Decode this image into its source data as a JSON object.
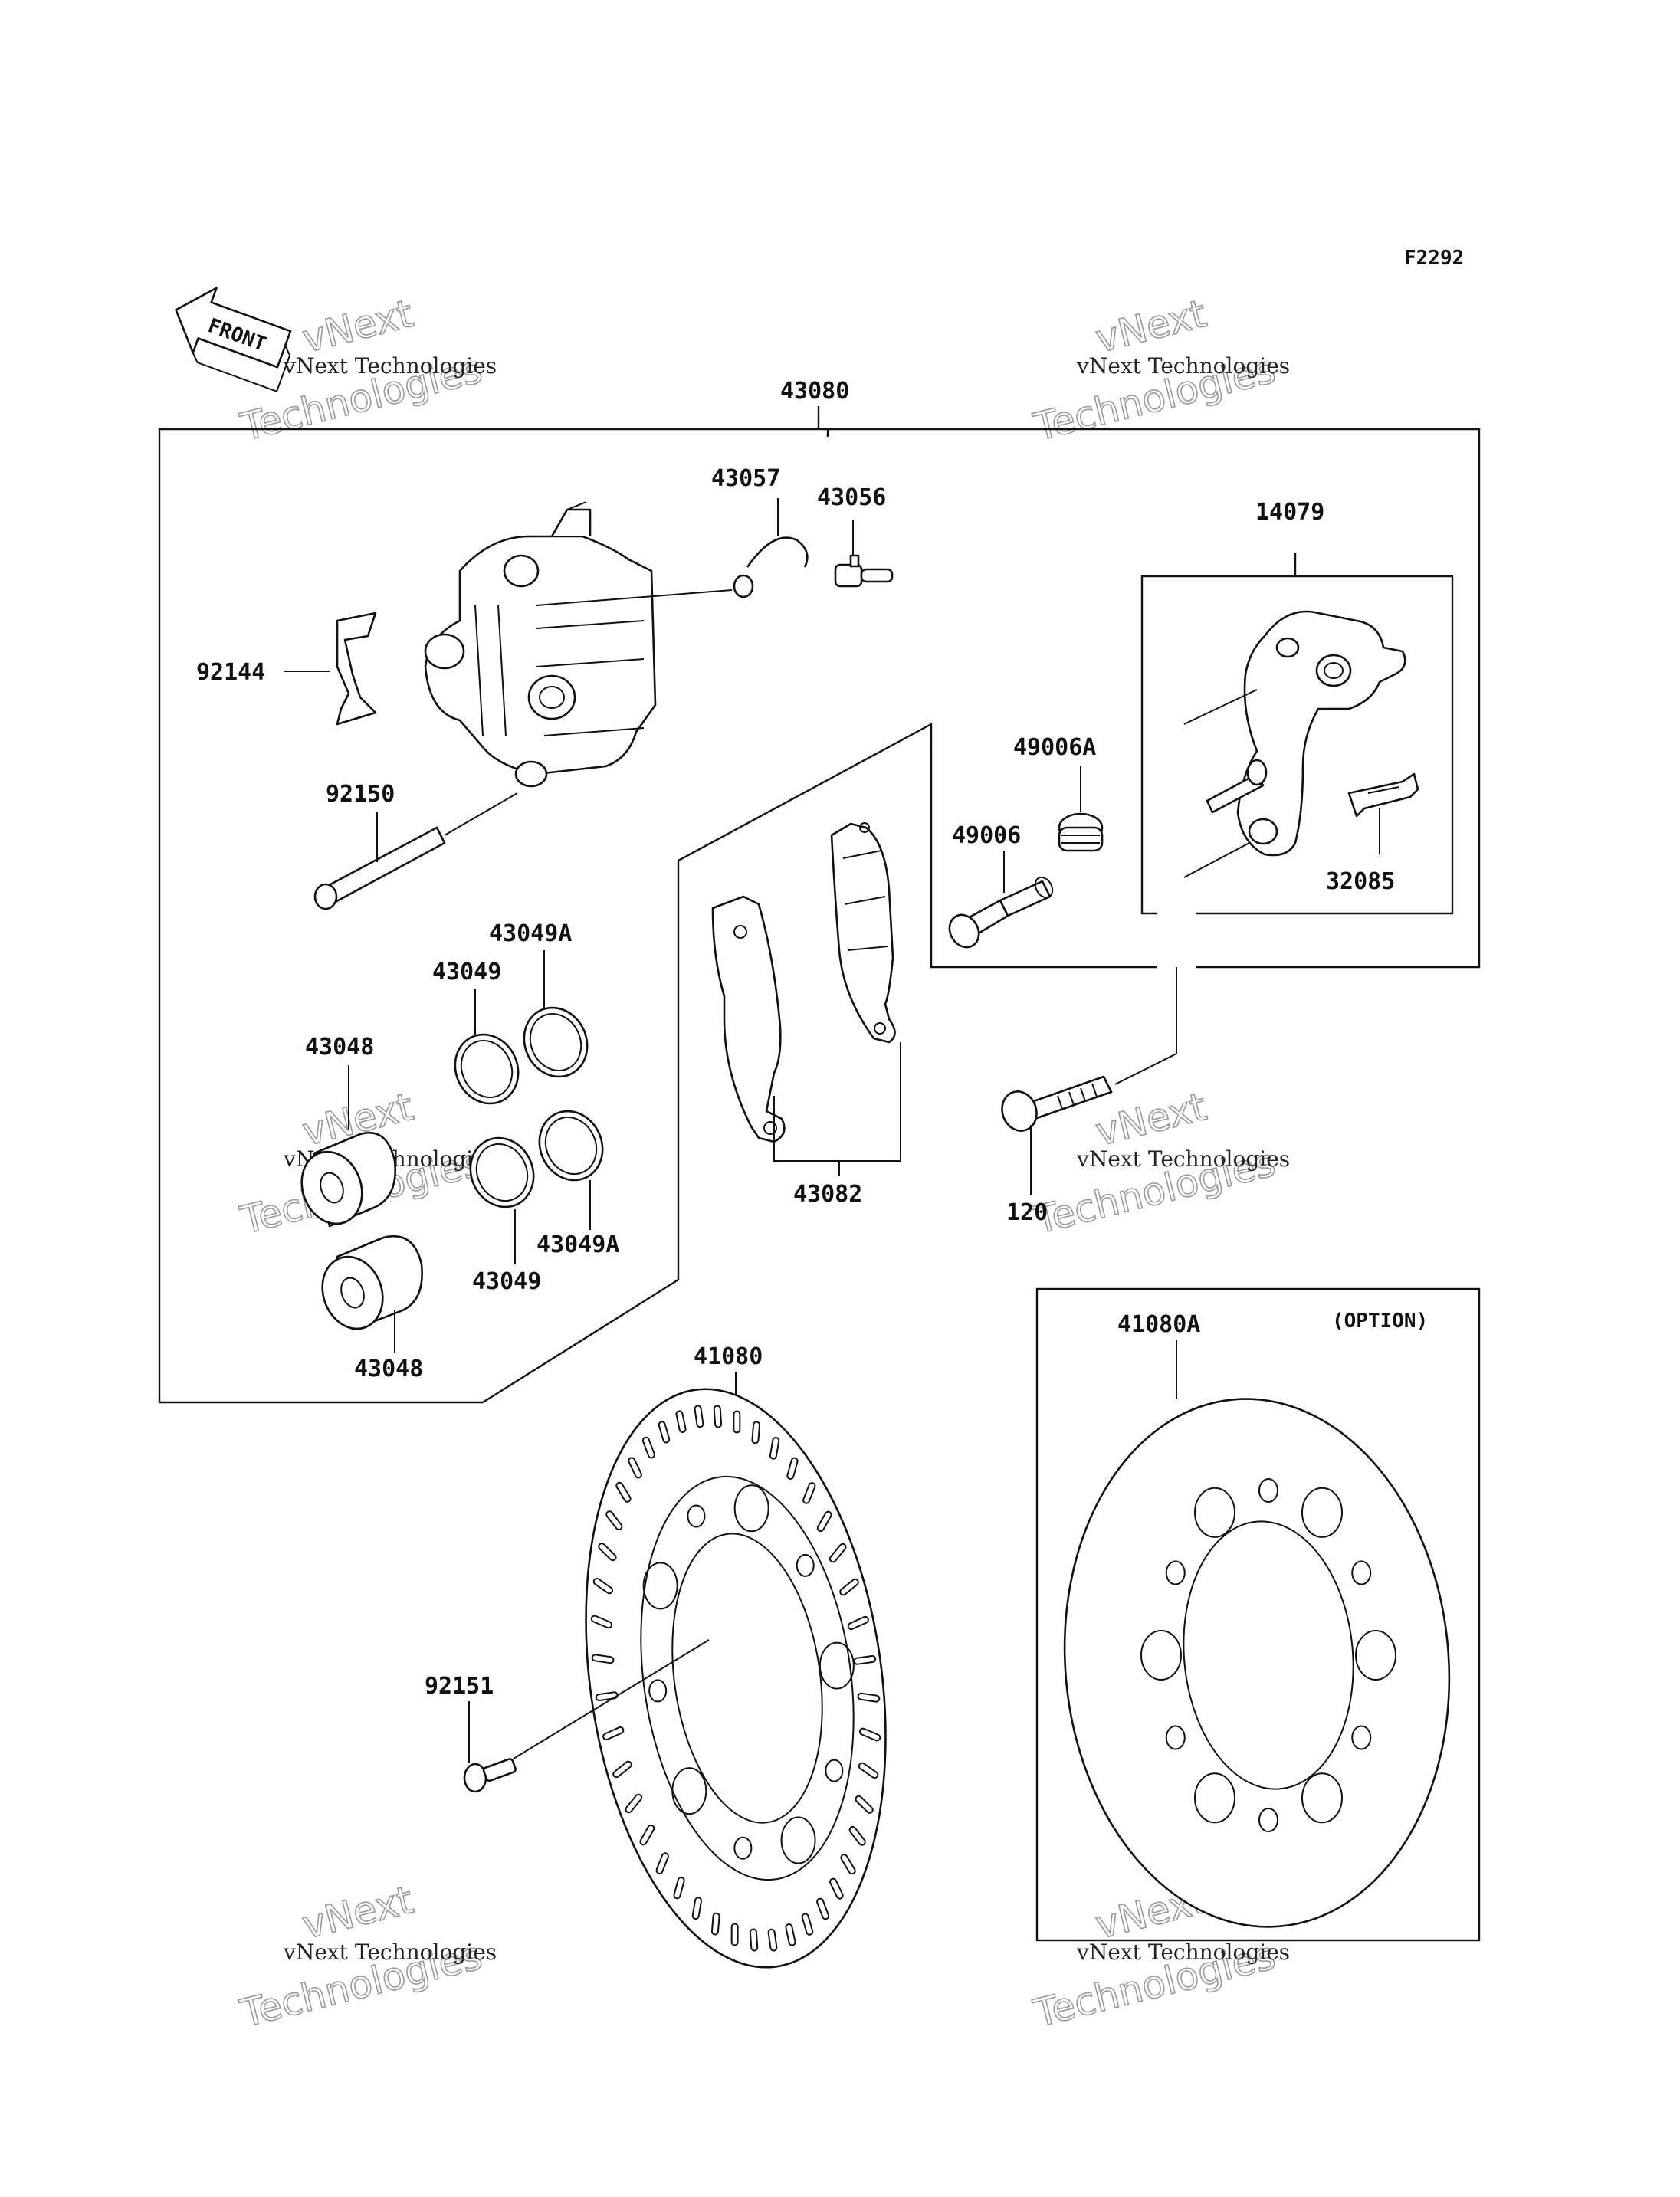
{
  "figure_id": "F2292",
  "front_label": "FRONT",
  "option_label": "(OPTION)",
  "watermark": {
    "line1": "vNext",
    "line2": "Technologies",
    "caption": "vNext Technologies"
  },
  "parts": [
    {
      "id": "p43080",
      "number": "43080"
    },
    {
      "id": "p43057",
      "number": "43057"
    },
    {
      "id": "p43056",
      "number": "43056"
    },
    {
      "id": "p14079",
      "number": "14079"
    },
    {
      "id": "p92144",
      "number": "92144"
    },
    {
      "id": "p49006A",
      "number": "49006A"
    },
    {
      "id": "p92150",
      "number": "92150"
    },
    {
      "id": "p49006",
      "number": "49006"
    },
    {
      "id": "p32085",
      "number": "32085"
    },
    {
      "id": "p43049A_top",
      "number": "43049A"
    },
    {
      "id": "p43049_top",
      "number": "43049"
    },
    {
      "id": "p43048_top",
      "number": "43048"
    },
    {
      "id": "p43082",
      "number": "43082"
    },
    {
      "id": "p120",
      "number": "120"
    },
    {
      "id": "p43049A_bot",
      "number": "43049A"
    },
    {
      "id": "p43049_bot",
      "number": "43049"
    },
    {
      "id": "p43048_bot",
      "number": "43048"
    },
    {
      "id": "p41080",
      "number": "41080"
    },
    {
      "id": "p41080A",
      "number": "41080A"
    },
    {
      "id": "p92151",
      "number": "92151"
    }
  ]
}
